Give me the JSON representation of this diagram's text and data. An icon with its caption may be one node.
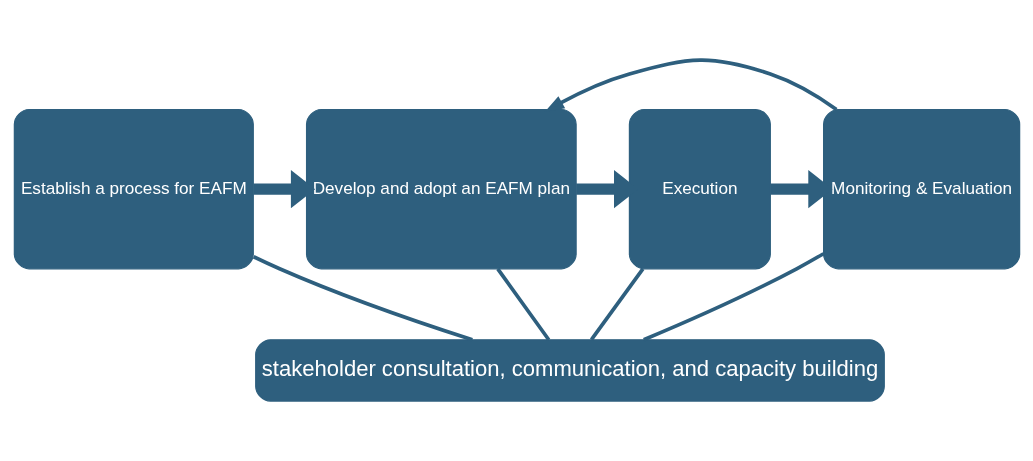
{
  "diagram": {
    "nodes": [
      {
        "text": [
          "Establish a process for EAFM"
        ]
      },
      {
        "text": [
          "Develop and adopt an EAFM plan"
        ]
      },
      {
        "text": [
          "Execution"
        ]
      },
      {
        "text": [
          "Monitoring & Evaluation"
        ]
      },
      {
        "text": [
          "stakeholder consultation, communication, and capacity building"
        ]
      }
    ],
    "edges": [
      {
        "from": 0,
        "to": 1,
        "arrow": "to",
        "style": "thick"
      },
      {
        "from": 1,
        "to": 2,
        "arrow": "to",
        "style": "thick"
      },
      {
        "from": 2,
        "to": 3,
        "arrow": "to",
        "style": "thick"
      },
      {
        "from": 3,
        "to": 1,
        "arrow": "to"
      },
      {
        "from": 0,
        "to": 4,
        "arrow": "none"
      },
      {
        "from": 1,
        "to": 4,
        "arrow": "none"
      },
      {
        "from": 2,
        "to": 4,
        "arrow": "none"
      },
      {
        "from": 3,
        "to": 4,
        "arrow": "none"
      }
    ]
  }
}
